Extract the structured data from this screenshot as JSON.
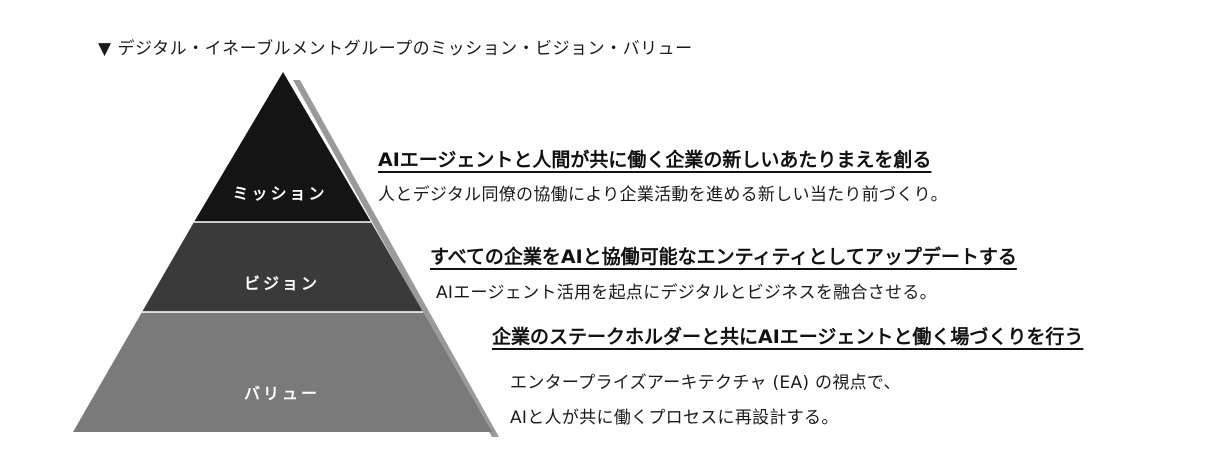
{
  "title": "▼ デジタル・イネーブルメントグループのミッション・ビジョン・バリュー",
  "tiers": [
    {
      "label": "ミッション",
      "heading": "AIエージェントと人間が共に働く企業の新しいあたりまえを創る",
      "lines": [
        "人とデジタル同僚の協働により企業活動を進める新しい当たり前づくり。"
      ]
    },
    {
      "label": "ビジョン",
      "heading": "すべての企業をAIと協働可能なエンティティとしてアップデートする",
      "lines": [
        "AIエージェント活用を起点にデジタルとビジネスを融合させる。"
      ]
    },
    {
      "label": "バリュー",
      "heading": "企業のステークホルダーと共にAIエージェントと働く場づくりを行う",
      "lines": [
        "エンタープライズアーキテクチャ (EA) の視点で、",
        "AIと人が共に働くプロセスに再設計する。"
      ]
    }
  ],
  "colors": {
    "mission": "#141414",
    "vision": "#3a3a3a",
    "value": "#7a7a7a",
    "shadow": "#9a9a9a"
  }
}
